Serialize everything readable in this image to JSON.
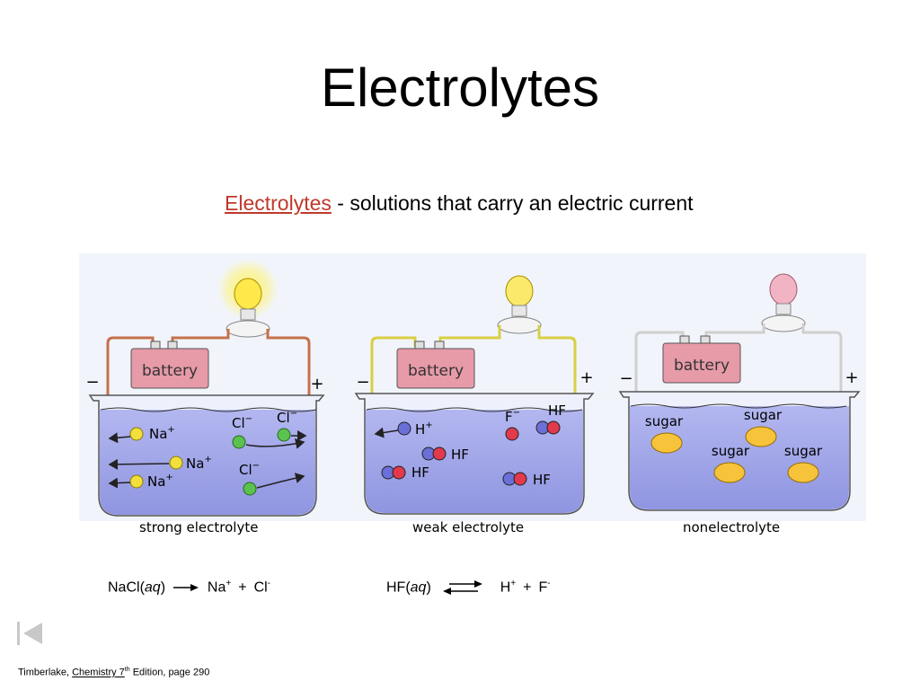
{
  "slide": {
    "title": "Electrolytes",
    "definition": {
      "term": "Electrolytes",
      "text": " - solutions that carry an electric current"
    }
  },
  "diagrams": [
    {
      "caption": "strong electrolyte",
      "battery_label": "battery",
      "bulb": "bright (lit)",
      "particles": [
        {
          "text": "Na",
          "sup": "+"
        },
        {
          "text": "Na",
          "sup": "+"
        },
        {
          "text": "Na",
          "sup": "+"
        },
        {
          "text": "Cl",
          "sup": "−"
        },
        {
          "text": "Cl",
          "sup": "−"
        },
        {
          "text": "Cl",
          "sup": "−"
        }
      ]
    },
    {
      "caption": "weak electrolyte",
      "battery_label": "battery",
      "bulb": "dim (lit)",
      "particles": [
        {
          "text": "H",
          "sup": "+"
        },
        {
          "text": "F",
          "sup": "−"
        },
        {
          "text": "HF",
          "sup": ""
        },
        {
          "text": "HF",
          "sup": ""
        },
        {
          "text": "HF",
          "sup": ""
        },
        {
          "text": "HF",
          "sup": ""
        }
      ]
    },
    {
      "caption": "nonelectrolyte",
      "battery_label": "battery",
      "bulb": "unlit",
      "particles": [
        {
          "text": "sugar",
          "sup": ""
        },
        {
          "text": "sugar",
          "sup": ""
        },
        {
          "text": "sugar",
          "sup": ""
        },
        {
          "text": "sugar",
          "sup": ""
        }
      ]
    }
  ],
  "terminal_labels": {
    "negative": "−",
    "positive": "+"
  },
  "equations": [
    {
      "reactant": "NaCl(",
      "reactant_state": "aq",
      "reactant_close": ")",
      "product1": "Na",
      "product1_sup": "+",
      "plus": "+",
      "product2": "Cl",
      "product2_sup": "-",
      "arrow": "forward"
    },
    {
      "reactant": "HF(",
      "reactant_state": "aq",
      "reactant_close": ")",
      "product1": "H",
      "product1_sup": "+",
      "plus": "+",
      "product2": "F",
      "product2_sup": "-",
      "arrow": "equilibrium"
    }
  ],
  "footer": {
    "author": "Timberlake, ",
    "book": "Chemistry 7",
    "book_sup": "th",
    "edition": " Edition, page 290"
  },
  "colors": {
    "definition_term": "#c0392b",
    "solution": "#9ea3e6",
    "battery": "#e79aa8",
    "bulb_bright": "#ffe94a",
    "bulb_off": "#f2b3c4",
    "na_ion": "#f2df3b",
    "cl_ion": "#5cc24f",
    "h_atom": "#6b6fd8",
    "f_atom": "#e23a4c",
    "sugar": "#f6c33b"
  }
}
